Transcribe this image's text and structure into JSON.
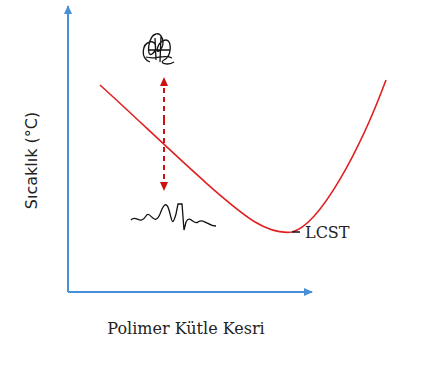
{
  "diagram": {
    "labels": [
      "Sıcaklık (°C)",
      "LCST",
      "Polimer Kütle Kesri"
    ]
  }
}
